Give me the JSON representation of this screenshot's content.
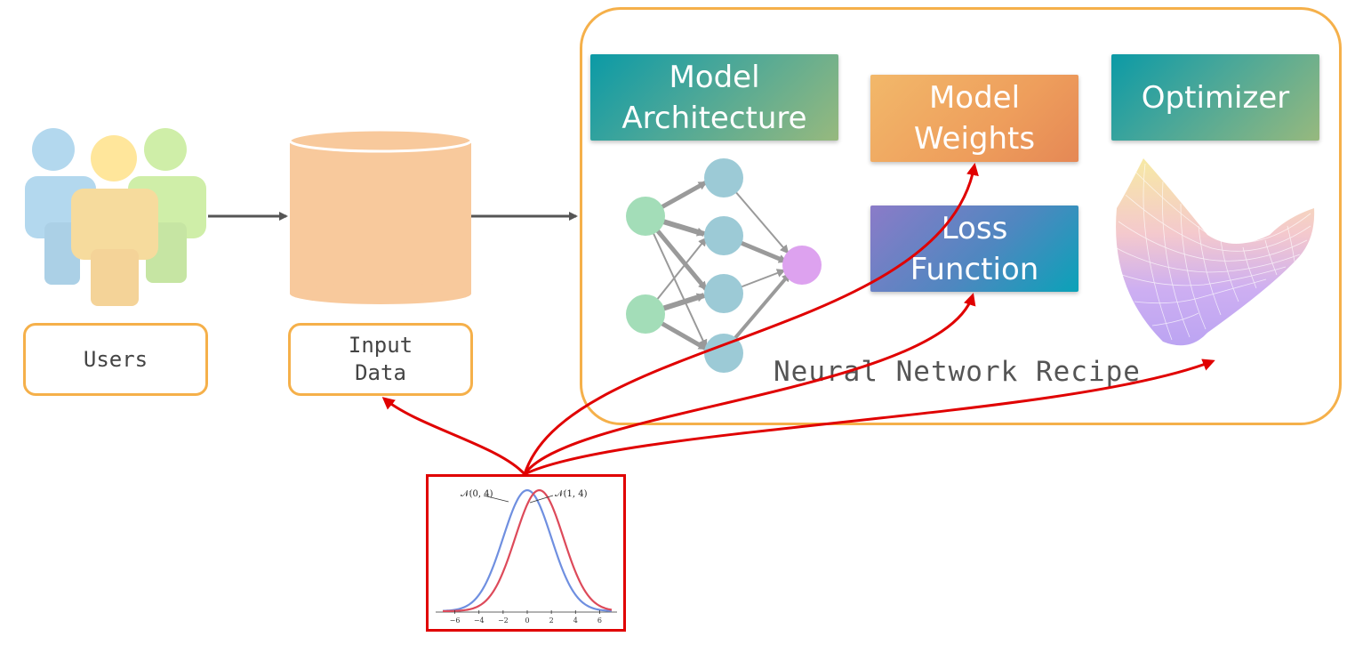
{
  "users": {
    "label": "Users"
  },
  "input_data": {
    "label": "Input\nData"
  },
  "recipe": {
    "caption": "Neural Network Recipe",
    "model_architecture": "Model\nArchitecture",
    "model_weights": "Model\nWeights",
    "loss_function": "Loss\nFunction",
    "optimizer": "Optimizer"
  },
  "distribution_plot": {
    "label_left": "𝒩(0, 4)",
    "label_right": "𝒩(1, 4)",
    "ticks": [
      "−6",
      "−4",
      "−2",
      "0",
      "2",
      "4",
      "6"
    ]
  },
  "colors": {
    "frame": "#f5b04a",
    "arrow_red": "#e00000",
    "arrow_gray": "#555555",
    "curve_blue": "#6f8fe0",
    "curve_red": "#dd4a5a"
  }
}
